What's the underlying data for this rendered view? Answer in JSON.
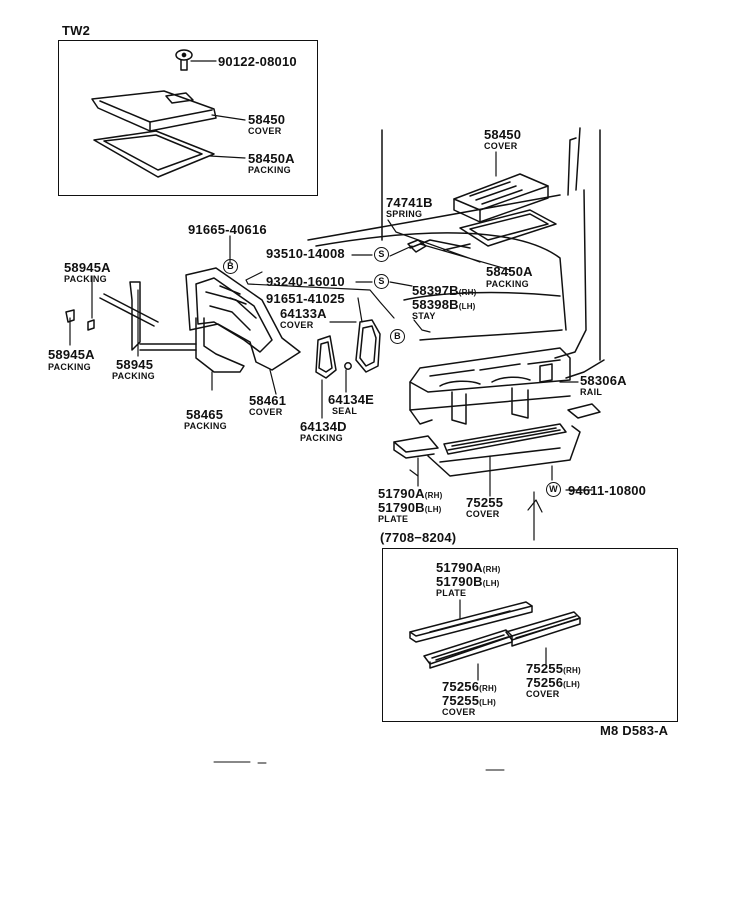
{
  "diagram": {
    "inset_label": "TW2",
    "period_label": "(7708−8204)",
    "figure_code": "M8 D583-A",
    "symbols": {
      "screw": "S",
      "bolt": "B",
      "washer": "W"
    },
    "parts": {
      "p90122": {
        "number": "90122-08010"
      },
      "p58450_tw2": {
        "number": "58450",
        "name": "COVER"
      },
      "p58450a_tw2": {
        "number": "58450A",
        "name": "PACKING"
      },
      "p58450_main": {
        "number": "58450",
        "name": "COVER"
      },
      "p74741b": {
        "number": "74741B",
        "name": "SPRING"
      },
      "p58450a_main": {
        "number": "58450A",
        "name": "PACKING"
      },
      "p91665": {
        "number": "91665-40616"
      },
      "p93510": {
        "number": "93510-14008"
      },
      "p93240": {
        "number": "93240-16010"
      },
      "p91651": {
        "number": "91651-41025"
      },
      "p58397b": {
        "number": "58397B",
        "suffix": "(RH)"
      },
      "p58398b": {
        "number": "58398B",
        "suffix": "(LH)",
        "name": "STAY"
      },
      "p64133a": {
        "number": "64133A",
        "name": "COVER"
      },
      "p58945a_top": {
        "number": "58945A",
        "name": "PACKING"
      },
      "p58945a_bot": {
        "number": "58945A",
        "name": "PACKING"
      },
      "p58945": {
        "number": "58945",
        "name": "PACKING"
      },
      "p58465": {
        "number": "58465",
        "name": "PACKING"
      },
      "p58461": {
        "number": "58461",
        "name": "COVER"
      },
      "p64134e": {
        "number": "64134E",
        "name": "SEAL"
      },
      "p64134d": {
        "number": "64134D",
        "name": "PACKING"
      },
      "p58306a": {
        "number": "58306A",
        "name": "RAIL"
      },
      "p94611": {
        "number": "94611-10800"
      },
      "p51790a": {
        "number": "51790A",
        "suffix": "(RH)"
      },
      "p51790b": {
        "number": "51790B",
        "suffix": "(LH)",
        "name": "PLATE"
      },
      "p75255": {
        "number": "75255",
        "name": "COVER"
      },
      "p51790a_in": {
        "number": "51790A",
        "suffix": "(RH)"
      },
      "p51790b_in": {
        "number": "51790B",
        "suffix": "(LH)",
        "name": "PLATE"
      },
      "p75255_rh": {
        "number": "75255",
        "suffix": "(RH)"
      },
      "p75256_lh": {
        "number": "75256",
        "suffix": "(LH)",
        "name": "COVER"
      },
      "p75256_rh": {
        "number": "75256",
        "suffix": "(RH)"
      },
      "p75255_lh": {
        "number": "75255",
        "suffix": "(LH)",
        "name": "COVER"
      }
    }
  }
}
